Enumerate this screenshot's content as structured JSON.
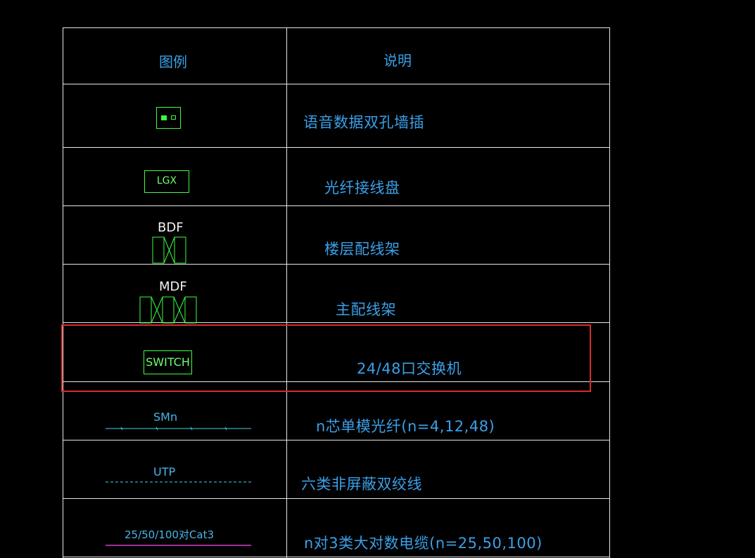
{
  "table": {
    "header": {
      "legend": "图例",
      "description": "说明"
    },
    "rows": [
      {
        "symbol": "wall-socket",
        "description": "语音数据双孔墙插"
      },
      {
        "symbol": "LGX",
        "description": "光纤接线盘"
      },
      {
        "symbol": "BDF",
        "description": "楼层配线架"
      },
      {
        "symbol": "MDF",
        "description": "主配线架"
      },
      {
        "symbol": "SWITCH",
        "description": "24/48口交换机"
      },
      {
        "symbol": "SMn",
        "description": "n芯单模光纤(n=4,12,48)"
      },
      {
        "symbol": "UTP",
        "description": "六类非屏蔽双绞线"
      },
      {
        "symbol": "25/50/100对Cat3",
        "description": "n对3类大对数电缆(n=25,50,100)"
      }
    ]
  },
  "colors": {
    "background": "#000000",
    "grid": "#e6e6e6",
    "text": "#3aa0e8",
    "symbol_green": "#3cff3c",
    "fiber_line": "#41d3e6",
    "utp_line": "#41d3e6",
    "cat3_line": "#d23cd2",
    "highlight": "#d92b2b"
  },
  "highlight": {
    "row": "SWITCH"
  }
}
